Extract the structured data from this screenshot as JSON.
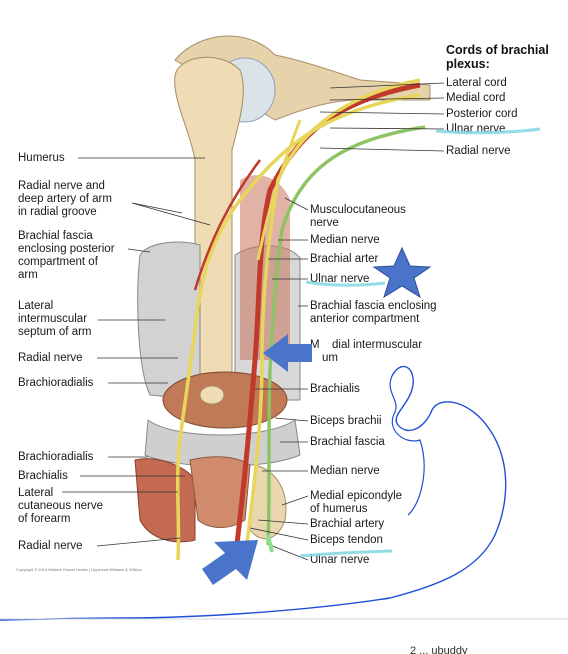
{
  "header": {
    "title": "Cords of brachial\nplexus:"
  },
  "labels_right": {
    "lateral_cord": "Lateral cord",
    "medial_cord": "Medial cord",
    "posterior_cord": "Posterior cord",
    "ulnar_nerve_top": "Ulnar nerve",
    "radial_nerve_top": "Radial nerve",
    "musculocutaneous": "Musculocutaneous\nnerve",
    "median_nerve_top": "Median nerve",
    "brachial_artery_partial": "Brachial arter",
    "ulnar_nerve_mid": "Ulnar nerve",
    "fascia_anterior": "Brachial fascia enclosing\nanterior compartment",
    "medial_septum_a": "M",
    "medial_septum_b": "dial intermuscular",
    "medial_septum_c": "um",
    "brachialis_right": "Brachialis",
    "biceps_brachii": "Biceps brachii",
    "brachial_fascia": "Brachial fascia",
    "median_nerve_low": "Median nerve",
    "medial_epicondyle": "Medial epicondyle\nof humerus",
    "brachial_artery_low": "Brachial artery",
    "biceps_tendon": "Biceps tendon",
    "ulnar_nerve_low": "Ulnar nerve"
  },
  "labels_left": {
    "humerus": "Humerus",
    "radial_nerve_artery": "Radial nerve and\ndeep artery of arm\nin radial groove",
    "fascia_posterior": "Brachial fascia\nenclosing posterior\ncompartment of\narm",
    "lateral_septum": "Lateral\nintermuscular\nseptum of arm",
    "radial_nerve_mid": "Radial nerve",
    "brachioradialis_mid": "Brachioradialis",
    "brachioradialis_low": "Brachioradialis",
    "brachialis_left": "Brachialis",
    "lateral_cutaneous": "Lateral\ncutaneous nerve\nof forearm",
    "radial_nerve_low": "Radial nerve"
  },
  "footer": {
    "copyright": "Copyright © 2014 Wolters Kluwer Health | Lippincott Williams & Wilkins",
    "bottom_right_partial": "2 ... ubuddy"
  },
  "colors": {
    "bone": "#ecd9b4",
    "muscle": "#c8705a",
    "fascia": "#c9c9c9",
    "nerve": "#e7d65a",
    "artery": "#c0392b",
    "green_nerve": "#8ec465",
    "highlight": "#7fd6e0",
    "annotation_blue": "#4a74c9",
    "pen_blue": "#1f4fd6"
  }
}
